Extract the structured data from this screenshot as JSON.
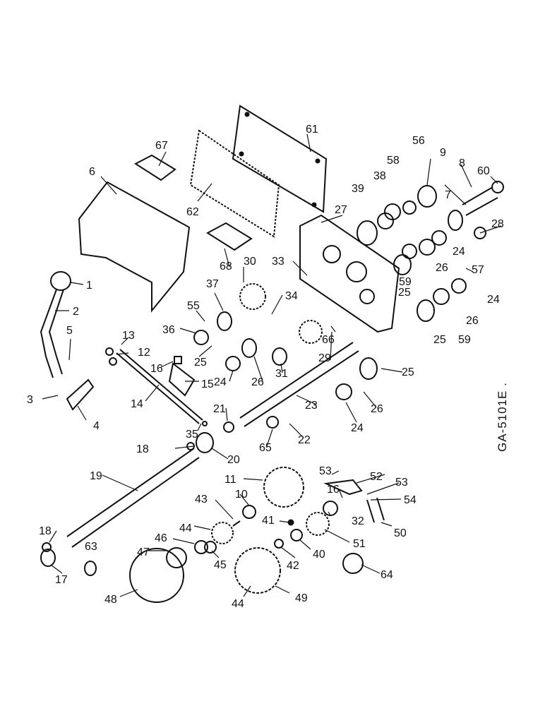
{
  "drawing_ref": "GA-5101E .",
  "callouts": [
    "1",
    "2",
    "3",
    "4",
    "5",
    "6",
    "7",
    "8",
    "9",
    "10",
    "11",
    "12",
    "13",
    "14",
    "15",
    "16",
    "16",
    "17",
    "18",
    "18",
    "19",
    "20",
    "21",
    "22",
    "23",
    "24",
    "24",
    "24",
    "24",
    "25",
    "25",
    "25",
    "25",
    "26",
    "26",
    "26",
    "26",
    "27",
    "28",
    "29",
    "30",
    "31",
    "32",
    "33",
    "34",
    "35",
    "36",
    "37",
    "38",
    "39",
    "40",
    "41",
    "42",
    "43",
    "44",
    "44",
    "45",
    "46",
    "47",
    "48",
    "49",
    "50",
    "51",
    "52",
    "53",
    "53",
    "54",
    "55",
    "56",
    "57",
    "58",
    "59",
    "59",
    "60",
    "61",
    "62",
    "63",
    "64",
    "65",
    "66",
    "67",
    "68"
  ]
}
